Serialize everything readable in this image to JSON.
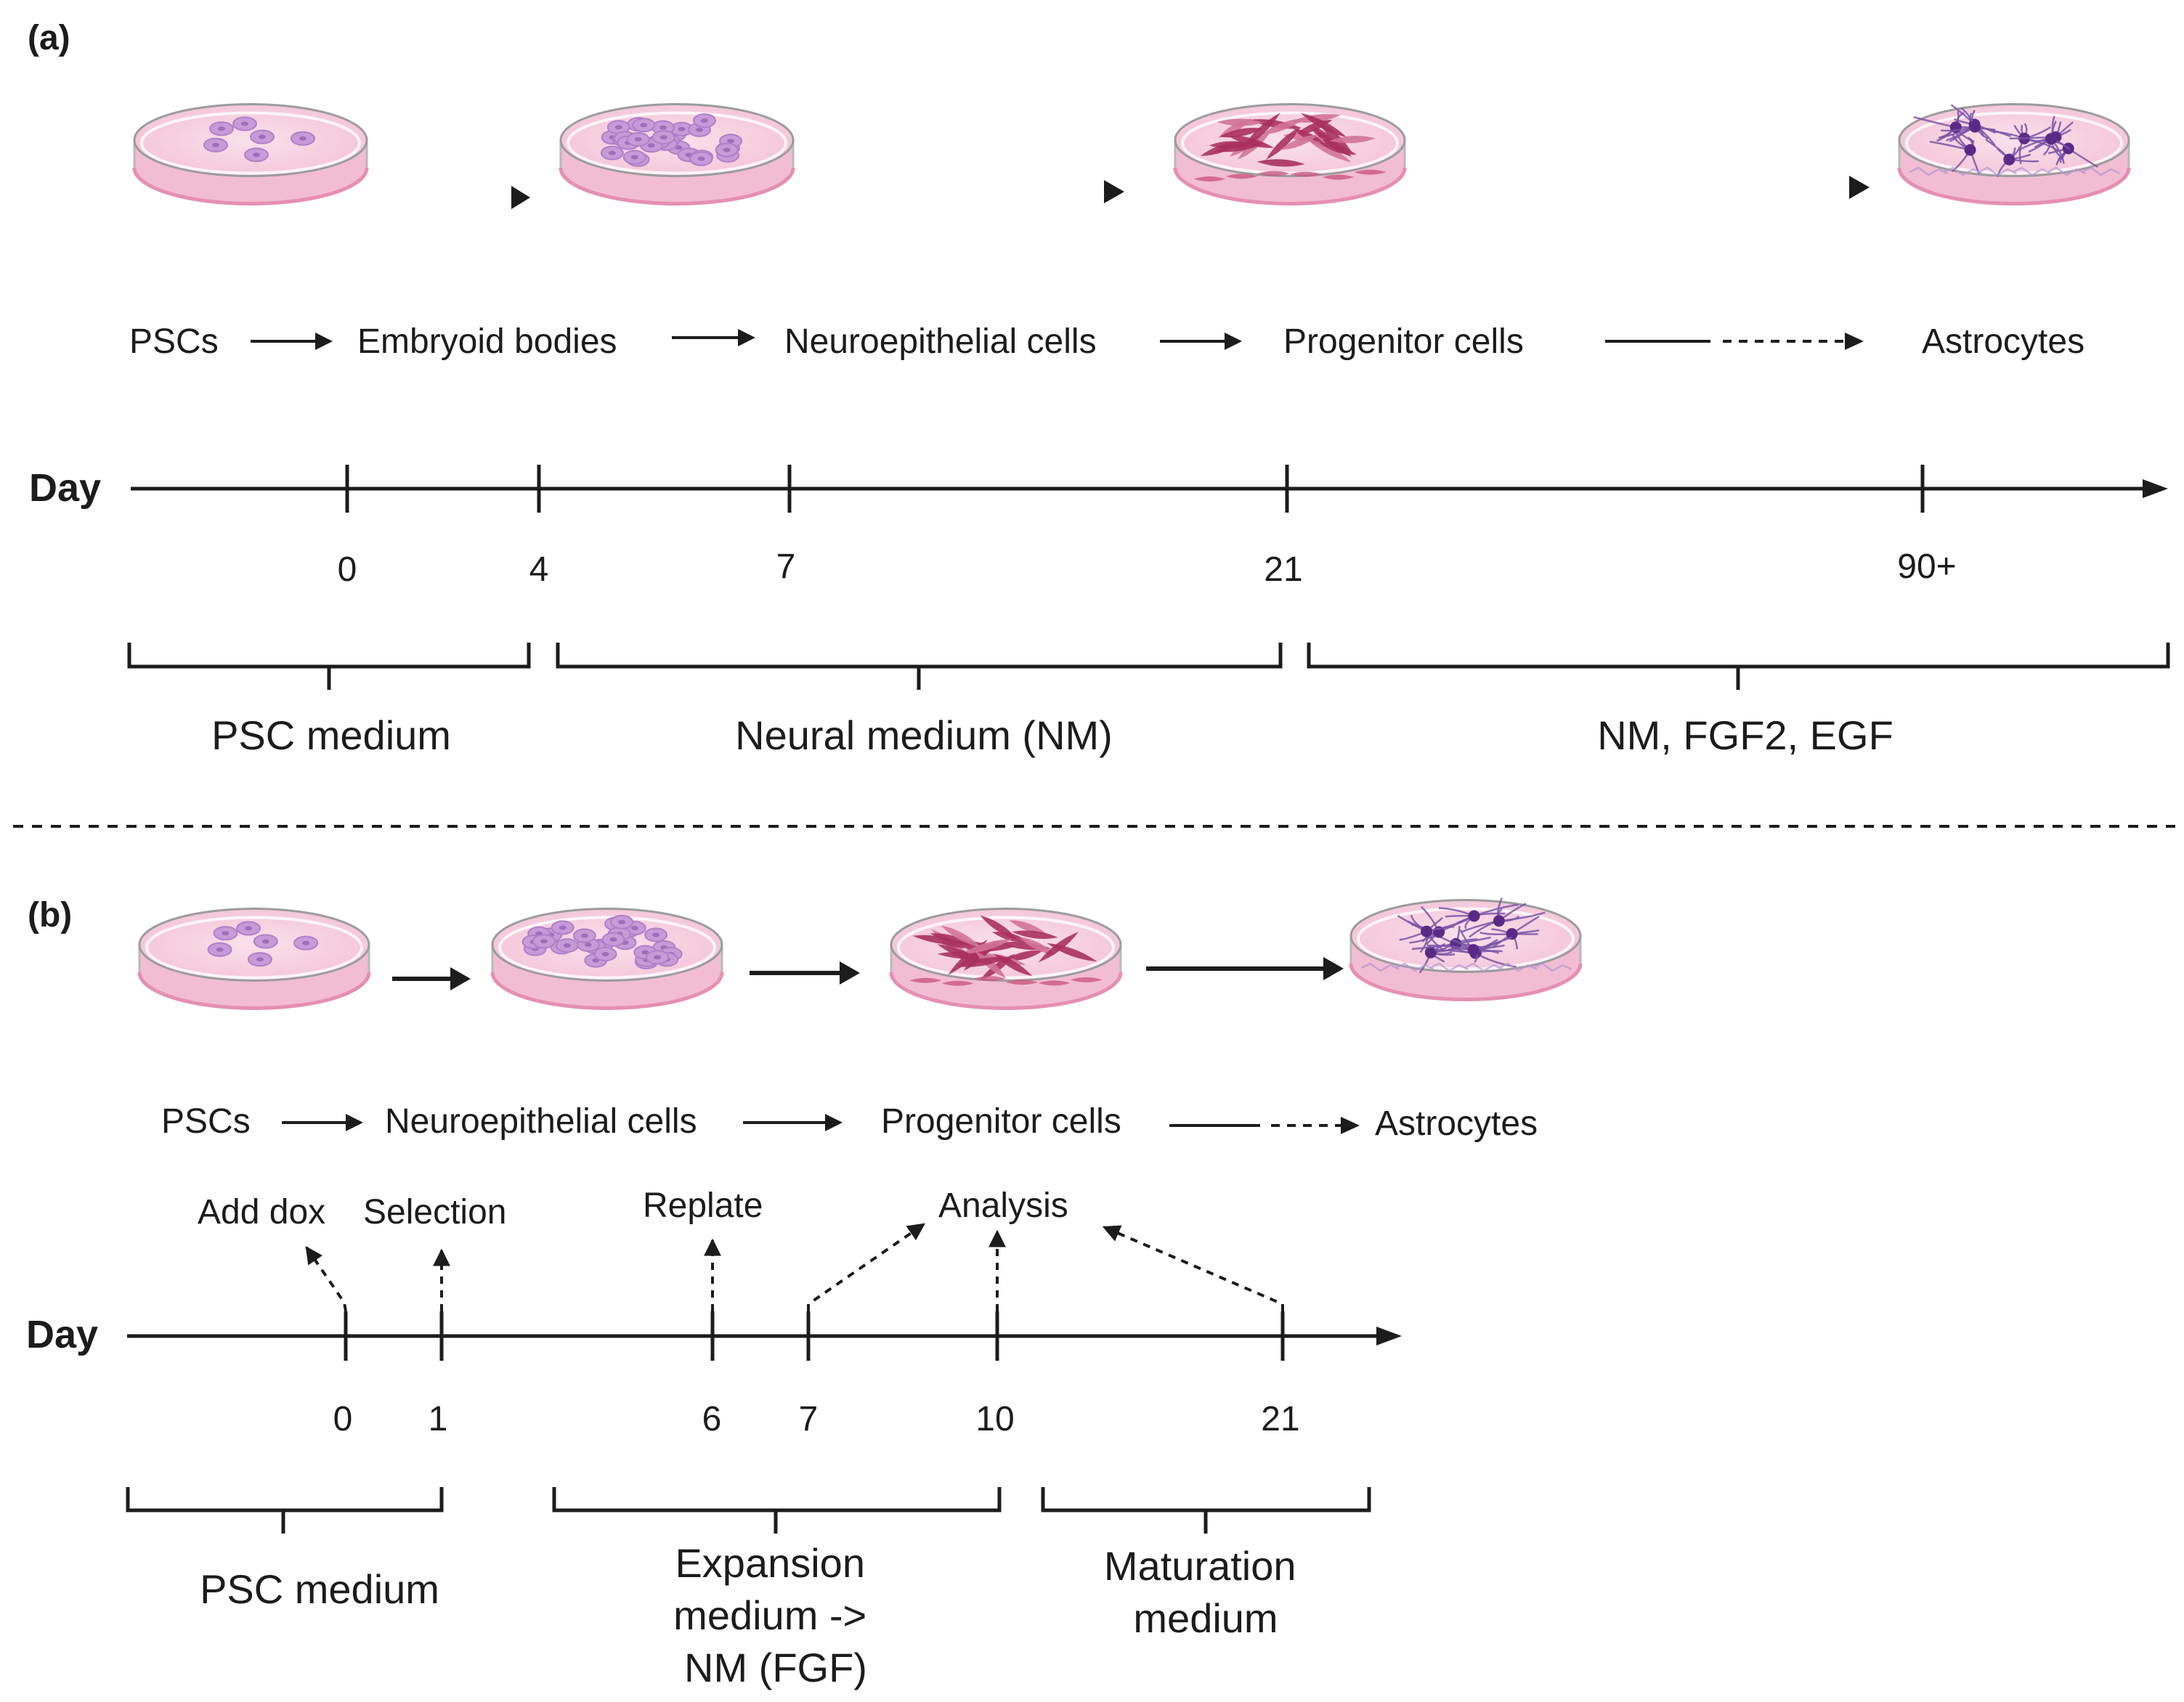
{
  "panel_a": {
    "label": "(a)",
    "stages": [
      {
        "text": "PSCs"
      },
      {
        "text": "Embryoid bodies"
      },
      {
        "text": "Neuroepithelial cells"
      },
      {
        "text": "Progenitor cells"
      },
      {
        "text": "Astrocytes"
      }
    ],
    "axis_label": "Day",
    "ticks": [
      "0",
      "4",
      "7",
      "21",
      "90+"
    ],
    "media": [
      "PSC medium",
      "Neural medium (NM)",
      "NM, FGF2, EGF"
    ]
  },
  "panel_b": {
    "label": "(b)",
    "stages": [
      {
        "text": "PSCs"
      },
      {
        "text": "Neuroepithelial cells"
      },
      {
        "text": "Progenitor cells"
      },
      {
        "text": "Astrocytes"
      }
    ],
    "axis_label": "Day",
    "ticks": [
      "0",
      "1",
      "6",
      "7",
      "10",
      "21"
    ],
    "events": [
      "Add dox",
      "Selection",
      "Replate",
      "Analysis"
    ],
    "media": [
      {
        "lines": [
          "PSC medium"
        ]
      },
      {
        "lines": [
          "Expansion",
          "medium ->",
          "NM (FGF)"
        ]
      },
      {
        "lines": [
          "Maturation",
          "medium"
        ]
      }
    ]
  },
  "colors": {
    "dish_fill": "#f7cfe0",
    "cell_pale": "#c79ad8",
    "cell_magenta": "#a8315f",
    "cell_purple": "#5b2a86",
    "line": "#1c1c1c"
  }
}
